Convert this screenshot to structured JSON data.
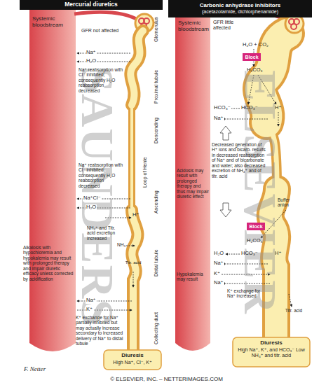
{
  "diagram": {
    "nodes": [
      {
        "text": [
          "Mercurial diuretics"
        ]
      },
      {
        "text": [
          "Carbonic anhydrase inhibitors",
          "(acetazolamide, dichlorphenamide)"
        ]
      },
      {
        "text": [
          "Block"
        ]
      },
      {
        "text": [
          "Block"
        ]
      }
    ],
    "labels": [
      "SAUNDERS",
      "ELSEVIER",
      "Systemic bloodstream",
      "GFR not affected",
      "Glomerulus",
      "Proximal tubule",
      "Descending",
      "Loop of Henle",
      "Ascending",
      "Distal tubule",
      "Collecting duct",
      "Na⁺",
      "H₂O",
      "Na⁺ reabsorption with Cl⁻ inhibited; consequently H₂O reabsorption decreased",
      "Na⁺ reabsorption with Cl⁻ inhibited; consequently H₂O reabsorption decreased",
      "Na⁺Cl⁻",
      "H₂O",
      "H⁺",
      "NH₄⁺ and Titr. acid excretion increased",
      "NH₃",
      "Titr. acid",
      "Alkalosis with hypochloremia and hypokalemia may result with prolonged therapy and impair diuretic efficacy unless corrected by acidification",
      "Na⁺",
      "K⁺",
      "K⁺ exchange for Na⁺ partially inhibited but may actually increase secondary to increased delivery of Na⁺ to distal tubule",
      "Diuresis",
      "High Na⁺, Cl⁻, K⁺",
      "F. Netter",
      "Systemic bloodstream",
      "GFR little affected",
      "H₂O + CO₂",
      "H₂CO₃",
      "HCO₃⁻",
      "H⁺",
      "HCO₃⁻",
      "Na⁺",
      "Decreased generation of H⁺ ions and bicarb. results in decreased reabsorption of Na⁺ and of bicarbonate and water; also decreased excretion of NH₄⁺ and of titr. acid",
      "Acidosis may result with prolonged therapy and thus may impair diuretic effect",
      "Buffer anion",
      "H₂CO₃",
      "H₂O",
      "HCO₃⁻",
      "H⁺",
      "Na⁺",
      "K⁺",
      "Na⁺",
      "Hypokalemia may result",
      "K⁺ exchange for Na⁺ increased",
      "Titr. acid",
      "Diuresis",
      "High Na⁺, K⁺, and HCO₃⁻ Low NH₄⁺ and titr. acid",
      "© ELSEVIER, INC. – NETTERIMAGES.COM"
    ]
  }
}
